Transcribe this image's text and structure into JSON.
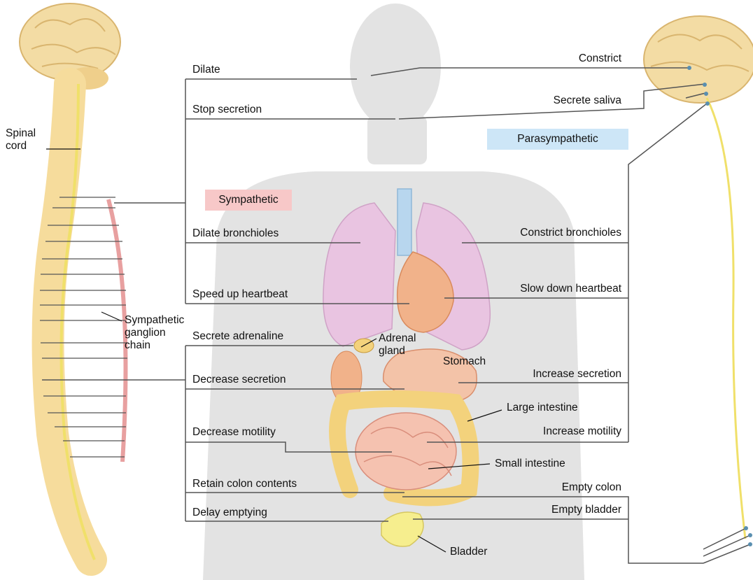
{
  "left_brain": {
    "spinal_cord_label": [
      "Spinal",
      "cord"
    ],
    "ganglion_chain_label": [
      "Sympathetic",
      "ganglion",
      "chain"
    ]
  },
  "divisions": {
    "sympathetic": "Sympathetic",
    "parasympathetic": "Parasympathetic",
    "sympathetic_color": "#f7c8c8",
    "parasympathetic_color": "#cde6f7"
  },
  "sympathetic_effects": [
    "Dilate",
    "Stop secretion",
    "Dilate bronchioles",
    "Speed up heartbeat",
    "Secrete adrenaline",
    "Decrease secretion",
    "Decrease motility",
    "Retain colon contents",
    "Delay emptying"
  ],
  "parasympathetic_effects": [
    "Constrict",
    "Secrete saliva",
    "Constrict bronchioles",
    "Slow down heartbeat",
    "Increase secretion",
    "Increase motility",
    "Empty colon",
    "Empty bladder"
  ],
  "organs": {
    "adrenal_gland": [
      "Adrenal",
      "gland"
    ],
    "stomach": "Stomach",
    "large_intestine": "Large intestine",
    "small_intestine": "Small intestine",
    "bladder": "Bladder"
  },
  "colors": {
    "silhouette": "#e3e3e3",
    "brain": "#f3dca4",
    "spine": "#f6dc9c",
    "lung": "#e9c4e1",
    "heart": "#f1b28a",
    "intestine": "#f3d27c",
    "nerve": "#f0e06a",
    "line": "#555555"
  }
}
